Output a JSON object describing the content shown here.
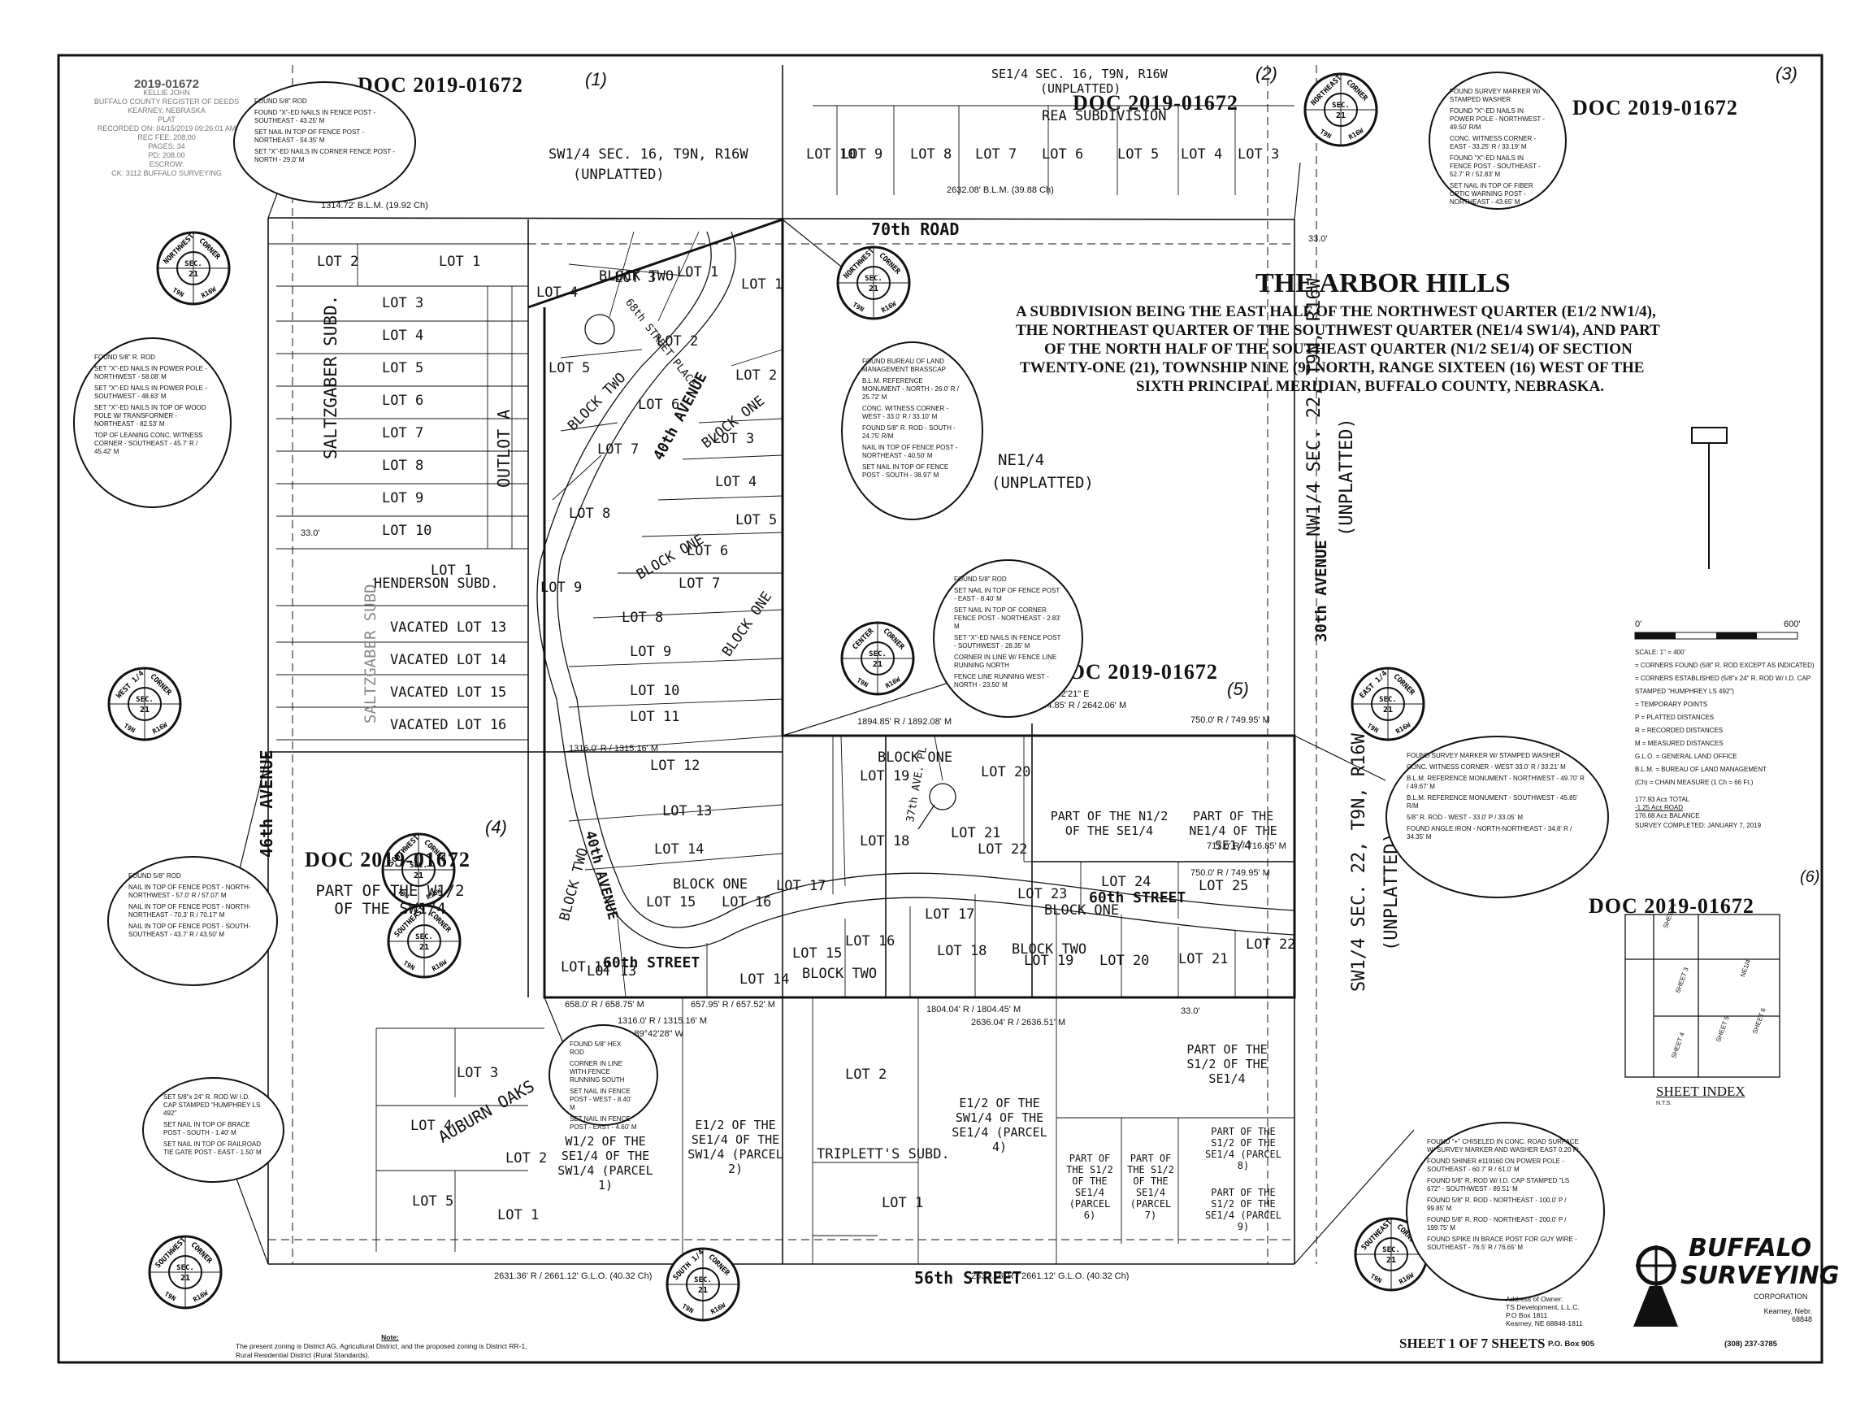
{
  "doc_number": "DOC 2019-01672",
  "recording_stamp": {
    "number": "2019-01672",
    "lines": [
      "KELLIE JOHN",
      "BUFFALO COUNTY REGISTER OF DEEDS",
      "KEARNEY, NEBRASKA",
      "PLAT",
      "RECORDED ON: 04/15/2019 09:26:01 AM",
      "REC FEE: 208.00",
      "PAGES: 34",
      "PD: 208.00",
      "ESCROW:",
      "CK: 3112 BUFFALO SURVEYING"
    ]
  },
  "sheet_marks": [
    "(1)",
    "(2)",
    "(3)",
    "(4)",
    "(5)",
    "(6)"
  ],
  "title": {
    "main": "THE ARBOR HILLS",
    "lines": [
      "A SUBDIVISION BEING THE EAST HALF OF THE NORTHWEST QUARTER (E1/2 NW1/4),",
      "THE NORTHEAST QUARTER OF THE SOUTHWEST QUARTER (NE1/4 SW1/4), AND PART",
      "OF THE NORTH HALF OF THE SOUTHEAST QUARTER (N1/2 SE1/4) OF SECTION",
      "TWENTY-ONE (21), TOWNSHIP NINE (9) NORTH, RANGE SIXTEEN (16) WEST OF THE",
      "SIXTH PRINCIPAL MERIDIAN, BUFFALO COUNTY, NEBRASKA."
    ]
  },
  "areas": {
    "sw_sec16": "SW1/4 SEC. 16, T9N, R16W",
    "se_sec16": "SE1/4 SEC. 16, T9N, R16W",
    "unplatted": "(UNPLATTED)",
    "rea": "REA SUBDIVISION",
    "ne14": "NE1/4",
    "nw_sec22": "NW1/4 SEC. 22, T9N, R16W",
    "sw_sec22": "SW1/4 SEC. 22, T9N, R16W",
    "w12_sw14": "PART OF THE W1/2 OF THE SW1/4",
    "n12_se14": "PART OF THE N1/2 OF THE SE1/4",
    "ne14_se14": "PART OF THE NE1/4 OF THE SE1/4",
    "s12_se14": "PART OF THE S1/2 OF THE SE1/4",
    "saltzgaber": "SALTZGABER SUBD.",
    "henderson": "HENDERSON SUBD.",
    "auburn": "AUBURN OAKS",
    "triplett": "TRIPLETT'S SUBD.",
    "outlot": "OUTLOT A"
  },
  "roads": [
    "70th ROAD",
    "60th STREET",
    "56th STREET",
    "46th AVENUE",
    "40th AVENUE",
    "30th AVENUE",
    "68th STREET PLACE",
    "37th AVE. PL"
  ],
  "parcels": [
    "W1/2 OF THE SE1/4 OF THE SW1/4 (PARCEL 1)",
    "E1/2 OF THE SE1/4 OF THE SW1/4 (PARCEL 2)",
    "E1/2 OF THE SW1/4 OF THE SE1/4 (PARCEL 4)",
    "PART OF THE S1/2 OF THE SE1/4 (PARCEL 6)",
    "PART OF THE S1/2 OF THE SE1/4 (PARCEL 7)",
    "PART OF THE S1/2 OF THE SE1/4 (PARCEL 8)",
    "PART OF THE S1/2 OF THE SE1/4 (PARCEL 9)"
  ],
  "block_labels": [
    "BLOCK TWO",
    "BLOCK ONE"
  ],
  "dimensions": {
    "north_line_w": "1314.72' B.L.M. (19.92 Ch)",
    "north_line_e": "2632.08' B.L.M. (39.88 Ch)",
    "ew_line": "1894.85' R / 1892.08' M",
    "ew_line2": "2644.85' R / 2642.06' M",
    "south_line": "1804.04' R / 1804.45' M",
    "south_line2": "2636.04' R / 2636.51' M",
    "bottom_w": "2631.36' R / 2661.12' G.L.O. (40.32 Ch)",
    "bottom_e": "2632.16' R / 2661.12' G.L.O. (40.32 Ch)",
    "bearing_ne": "N 89°42'21\" E",
    "bearing_s": "S 89°42'28\" W",
    "lot_line": "1316.0' R / 1315.16' M",
    "line_658": "658.0' R / 658.75' M",
    "line_657": "657.95' R / 657.52' M",
    "line_750": "750.0' R / 749.95' M",
    "line_717": "717.0' R / 716.85' M",
    "row_33": "33.0'"
  },
  "legend": {
    "scale_label": "SCALE: 1\" = 400'",
    "scale_min": "0'",
    "scale_max": "600'",
    "items": [
      "= CORNERS FOUND (5/8\" R. ROD EXCEPT AS INDICATED)",
      "= CORNERS ESTABLISHED (5/8\"x 24\" R. ROD W/ I.D. CAP STAMPED \"HUMPHREY LS 492\")",
      "= TEMPORARY POINTS",
      "P = PLATTED DISTANCES",
      "R = RECORDED DISTANCES",
      "M = MEASURED DISTANCES",
      "G.L.O. = GENERAL LAND OFFICE",
      "B.L.M. = BUREAU OF LAND MANAGEMENT",
      "(Ch) = CHAIN MEASURE (1 Ch = 66 Ft.)"
    ],
    "acres_total": "177.93 Ac± TOTAL",
    "acres_road": "-1.25 Ac± ROAD",
    "acres_balance": "176.68 Ac± BALANCE",
    "survey_completed": "SURVEY COMPLETED: JANUARY 7, 2019"
  },
  "sheet_index": {
    "title": "SHEET INDEX",
    "sub": "N.T.S.",
    "sheets": [
      "SHEET 2",
      "SHEET 3",
      "SHEET 4",
      "SHEET 5",
      "SHEET 6",
      "NE1/4"
    ]
  },
  "owner": {
    "label": "Address of Owner:",
    "lines": [
      "TS Development, L.L.C.",
      "P.O Box 1811",
      "Kearney, NE 68848-1811"
    ]
  },
  "note": {
    "label": "Note:",
    "text": "The present zoning is District AG, Agricultural District, and the proposed zoning is District RR-1, Rural Residential District (Rural Standards)."
  },
  "sheet_of": "SHEET 1 OF 7 SHEETS",
  "company": {
    "name_top": "BUFFALO",
    "name_bottom": "SURVEYING",
    "corp": "CORPORATION",
    "city": "Kearney, Nebr. 68848",
    "pobox": "P.O. Box 905",
    "phone": "(308) 237-3785"
  },
  "corner_labels": [
    {
      "top": "NORTHWEST",
      "side": "CORNER",
      "sec": "SEC. 21"
    },
    {
      "top": "NORTHEAST",
      "side": "CORNER",
      "sec": "SEC. 21"
    },
    {
      "top": "NORTHWEST",
      "side": "CORNER",
      "sec": "SEC. 21"
    },
    {
      "top": "NORTHEAST",
      "side": "CORNER",
      "sec": "SEC. 21"
    },
    {
      "top": "WEST 1/4",
      "side": "CORNER",
      "sec": "SEC. 21"
    },
    {
      "top": "CENTER",
      "side": "CORNER",
      "sec": "SEC. 21"
    },
    {
      "top": "EAST 1/4",
      "side": "CORNER",
      "sec": "SEC. 21"
    },
    {
      "top": "SOUTHWEST",
      "side": "CORNER",
      "sec": "SEC. 21"
    },
    {
      "top": "SOUTHEAST",
      "side": "CORNER",
      "sec": "SEC. 21"
    },
    {
      "top": "SOUTHWEST",
      "side": "CORNER",
      "sec": "SEC. 21"
    },
    {
      "top": "SOUTH 1/4",
      "side": "CORNER",
      "sec": "SEC. 21"
    },
    {
      "top": "SOUTHEAST",
      "side": "CORNER",
      "sec": "SEC. 21"
    }
  ],
  "township": "T9N R16W",
  "monument_notes": [
    [
      "FOUND 5/8\" ROD",
      "FOUND \"X\"-ED NAILS IN FENCE POST - SOUTHEAST - 43.25' M",
      "SET NAIL IN TOP OF FENCE POST - NORTHEAST - 54.35' M",
      "SET \"X\"-ED NAILS IN CORNER FENCE POST - NORTH - 29.0' M"
    ],
    [
      "FOUND SURVEY MARKER W/ STAMPED WASHER",
      "FOUND \"X\"-ED NAILS IN POWER POLE - NORTHWEST - 49.50' R/M",
      "CONC. WITNESS CORNER - EAST - 33.25' R / 33.19' M",
      "FOUND \"X\"-ED NAILS IN FENCE POST - SOUTHEAST - 52.7' R / 52.83' M",
      "SET NAIL IN TOP OF FIBER OPTIC WARNING POST - NORTHEAST - 43.65' M"
    ],
    [
      "FOUND 5/8\" R. ROD",
      "SET \"X\"-ED NAILS IN POWER POLE - NORTHWEST - 58.08' M",
      "SET \"X\"-ED NAILS IN POWER POLE - SOUTHWEST - 48.63' M",
      "SET \"X\"-ED NAILS IN TOP OF WOOD POLE W/ TRANSFORMER - NORTHEAST - 82.53' M",
      "TOP OF LEANING CONC. WITNESS CORNER - SOUTHEAST - 45.7' R / 45.42' M"
    ],
    [
      "FOUND BUREAU OF LAND MANAGEMENT BRASSCAP",
      "B.L.M. REFERENCE MONUMENT - NORTH - 26.0' R / 25.72' M",
      "CONC. WITNESS CORNER - WEST - 33.0' R / 33.10' M",
      "FOUND 5/8\" R. ROD - SOUTH - 24.75' R/M",
      "NAIL IN TOP OF FENCE POST - NORTHEAST - 40.50' M",
      "SET NAIL IN TOP OF FENCE POST - SOUTH - 38.97' M"
    ],
    [
      "FOUND 5/8\" ROD",
      "SET NAIL IN TOP OF FENCE POST - EAST - 8.40' M",
      "SET NAIL IN TOP OF CORNER FENCE POST - NORTHEAST - 2.83' M",
      "SET \"X\"-ED NAILS IN FENCE POST - SOUTHWEST - 28.35' M",
      "CORNER IN LINE W/ FENCE LINE RUNNING NORTH",
      "FENCE LINE RUNNING WEST - NORTH - 23.50' M"
    ],
    [
      "FOUND SURVEY MARKER W/ STAMPED WASHER",
      "CONC. WITNESS CORNER - WEST 33.0' R / 33.21' M",
      "B.L.M. REFERENCE MONUMENT - NORTHWEST - 49.70' R / 49.67' M",
      "B.L.M. REFERENCE MONUMENT - SOUTHWEST - 45.85' R/M",
      "5/8\" R. ROD - WEST - 33.0' P / 33.05' M",
      "FOUND ANGLE IRON - NORTH-NORTHEAST - 34.8' R / 34.35' M"
    ],
    [
      "FOUND 5/8\" ROD",
      "NAIL IN TOP OF FENCE POST - NORTH-NORTHWEST - 57.0' R / 57.07' M",
      "NAIL IN TOP OF FENCE POST - NORTH-NORTHEAST - 70.3' R / 70.17' M",
      "NAIL IN TOP OF FENCE POST - SOUTH-SOUTHEAST - 43.7' R / 43.50' M"
    ],
    [
      "FOUND 5/8\" HEX ROD",
      "CORNER IN LINE WITH FENCE RUNNING SOUTH",
      "SET NAIL IN FENCE POST - WEST - 8.40' M",
      "SET NAIL IN FENCE POST - EAST - 4.60' M"
    ],
    [
      "SET 5/8\"x 24\" R. ROD W/ I.D. CAP STAMPED \"HUMPHREY LS 492\"",
      "SET NAIL IN TOP OF BRACE POST - SOUTH - 1.40' M",
      "SET NAIL IN TOP OF RAILROAD TIE GATE POST - EAST - 1.50' M"
    ],
    [
      "FOUND \"+\" CHISELED IN CONC. ROAD SURFACE W/ SURVEY MARKER AND WASHER EAST 0.20 Ft.",
      "FOUND SHINER #119160 ON POWER POLE - SOUTHEAST - 60.7' R / 61.0' M",
      "FOUND 5/8\" R. ROD W/ I.D. CAP STAMPED \"LS 672\" - SOUTHWEST - 89.51' M",
      "FOUND 5/8\" R. ROD - NORTHEAST - 100.0' P / 99.85' M",
      "FOUND 5/8\" R. ROD - NORTHEAST - 200.0' P / 199.75' M",
      "FOUND SPIKE IN BRACE POST FOR GUY WIRE - SOUTHEAST - 76.5' R / 76.65' M"
    ]
  ]
}
